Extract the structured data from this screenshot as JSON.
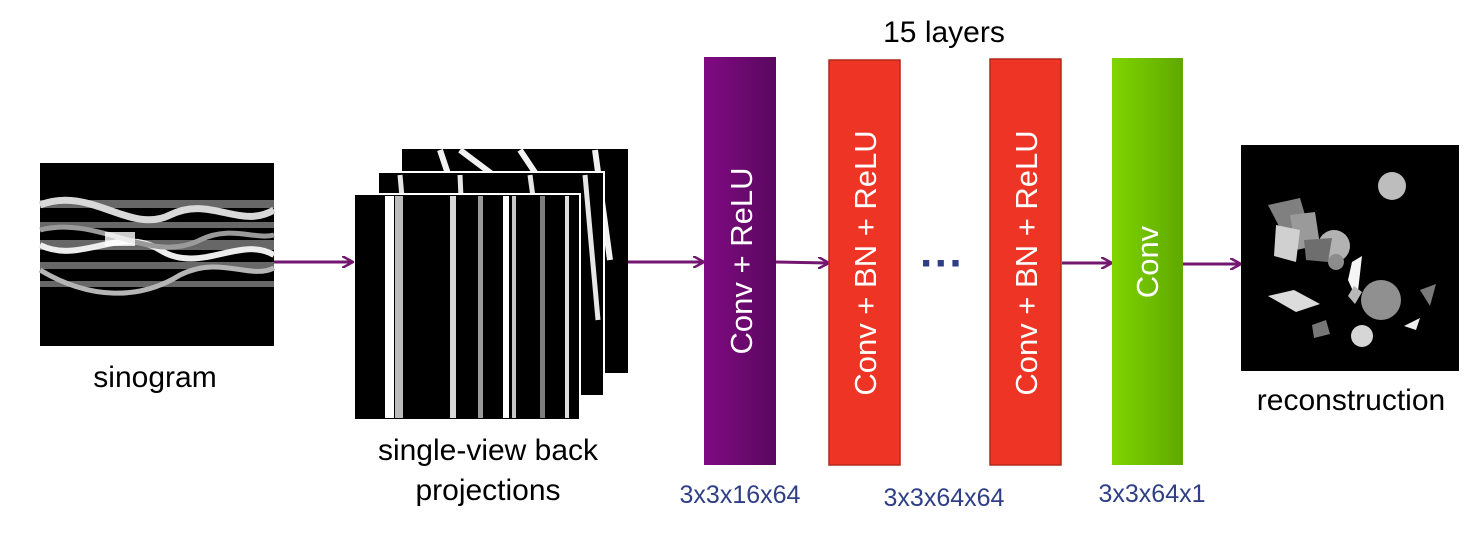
{
  "diagram": {
    "title": "15 layers",
    "input_label": "sinogram",
    "backprojection_label_line1": "single-view back",
    "backprojection_label_line2": "projections",
    "output_label": "reconstruction",
    "ellipsis": "···",
    "blocks": [
      {
        "label": "Conv + ReLU",
        "dims": "3x3x16x64",
        "color": "#7a0a7c"
      },
      {
        "label": "Conv + BN + ReLU",
        "color": "#ee3425"
      },
      {
        "label": "Conv + BN + ReLU",
        "color": "#ee3425"
      },
      {
        "label": "Conv",
        "dims": "3x3x64x1",
        "color": "#6ecb00"
      }
    ],
    "middle_dims": "3x3x64x64",
    "colors": {
      "arrow": "#73166f",
      "dims_text": "#2e3f86",
      "conv_relu": "#7a0a7c",
      "conv_bn_relu": "#ee3425",
      "conv": "#6ecb00"
    }
  }
}
